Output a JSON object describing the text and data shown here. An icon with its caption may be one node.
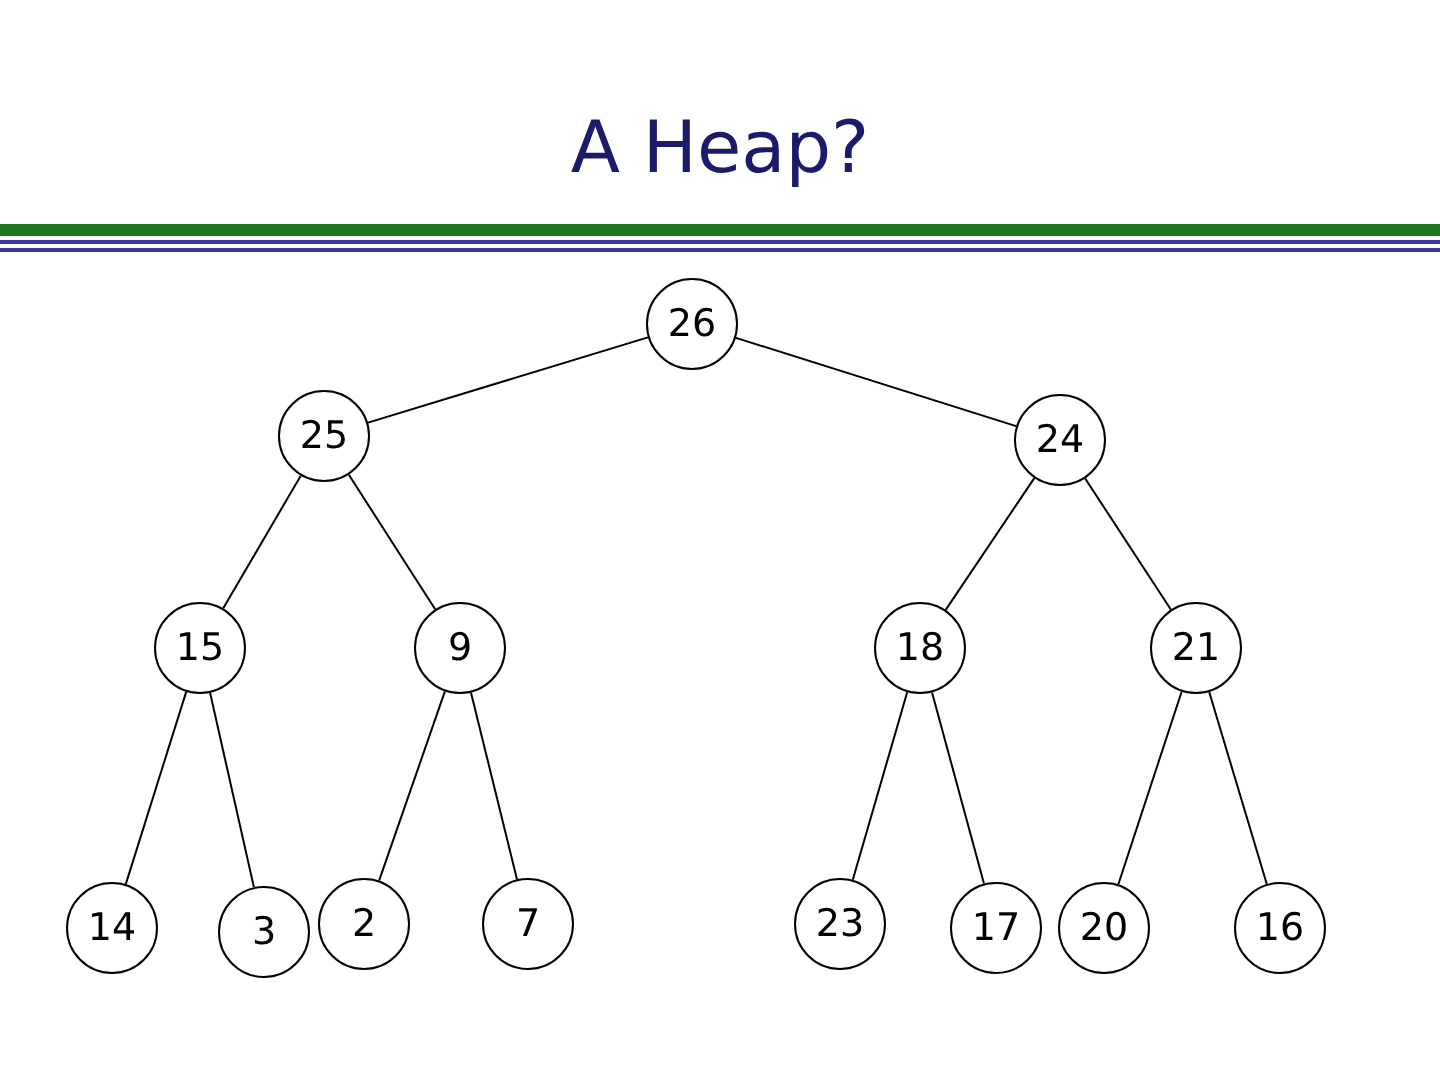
{
  "diagram": {
    "title": "A Heap?",
    "nodes": [
      {
        "text": [
          "26"
        ]
      },
      {
        "text": [
          "25"
        ]
      },
      {
        "text": [
          "24"
        ]
      },
      {
        "text": [
          "15"
        ]
      },
      {
        "text": [
          "9"
        ]
      },
      {
        "text": [
          "18"
        ]
      },
      {
        "text": [
          "21"
        ]
      },
      {
        "text": [
          "14"
        ]
      },
      {
        "text": [
          "3"
        ]
      },
      {
        "text": [
          "2"
        ]
      },
      {
        "text": [
          "7"
        ]
      },
      {
        "text": [
          "23"
        ]
      },
      {
        "text": [
          "17"
        ]
      },
      {
        "text": [
          "20"
        ]
      },
      {
        "text": [
          "16"
        ]
      }
    ],
    "edges": [
      {
        "from": 0,
        "to": 1,
        "arrow": "none"
      },
      {
        "from": 0,
        "to": 2,
        "arrow": "none"
      },
      {
        "from": 1,
        "to": 3,
        "arrow": "none"
      },
      {
        "from": 1,
        "to": 4,
        "arrow": "none"
      },
      {
        "from": 2,
        "to": 5,
        "arrow": "none"
      },
      {
        "from": 2,
        "to": 6,
        "arrow": "none"
      },
      {
        "from": 3,
        "to": 7,
        "arrow": "none"
      },
      {
        "from": 3,
        "to": 8,
        "arrow": "none"
      },
      {
        "from": 4,
        "to": 9,
        "arrow": "none"
      },
      {
        "from": 4,
        "to": 10,
        "arrow": "none"
      },
      {
        "from": 5,
        "to": 11,
        "arrow": "none"
      },
      {
        "from": 5,
        "to": 12,
        "arrow": "none"
      },
      {
        "from": 6,
        "to": 13,
        "arrow": "none"
      },
      {
        "from": 6,
        "to": 14,
        "arrow": "none"
      }
    ]
  }
}
